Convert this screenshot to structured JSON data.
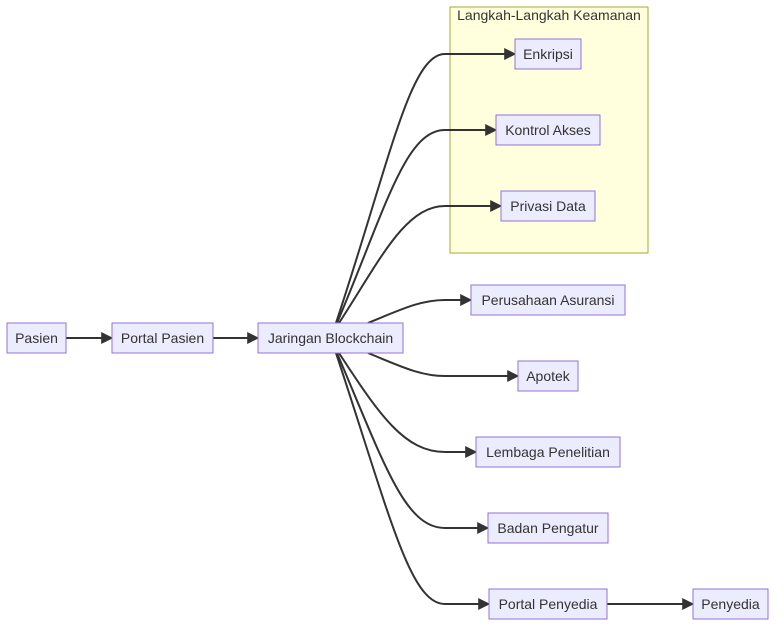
{
  "diagram": {
    "type": "flowchart",
    "direction": "left-to-right",
    "cluster": {
      "id": "security",
      "label": "Langkah-Langkah Keamanan",
      "members": [
        "enkripsi",
        "kontrol-akses",
        "privasi-data"
      ]
    },
    "nodes": [
      {
        "id": "pasien",
        "label": "Pasien"
      },
      {
        "id": "portal-pasien",
        "label": "Portal Pasien"
      },
      {
        "id": "jaringan-blockchain",
        "label": "Jaringan Blockchain"
      },
      {
        "id": "enkripsi",
        "label": "Enkripsi"
      },
      {
        "id": "kontrol-akses",
        "label": "Kontrol Akses"
      },
      {
        "id": "privasi-data",
        "label": "Privasi Data"
      },
      {
        "id": "perusahaan-asuransi",
        "label": "Perusahaan Asuransi"
      },
      {
        "id": "apotek",
        "label": "Apotek"
      },
      {
        "id": "lembaga-penelitian",
        "label": "Lembaga Penelitian"
      },
      {
        "id": "badan-pengatur",
        "label": "Badan Pengatur"
      },
      {
        "id": "portal-penyedia",
        "label": "Portal Penyedia"
      },
      {
        "id": "penyedia",
        "label": "Penyedia"
      }
    ],
    "edges": [
      {
        "from": "pasien",
        "to": "portal-pasien"
      },
      {
        "from": "portal-pasien",
        "to": "jaringan-blockchain"
      },
      {
        "from": "jaringan-blockchain",
        "to": "enkripsi"
      },
      {
        "from": "jaringan-blockchain",
        "to": "kontrol-akses"
      },
      {
        "from": "jaringan-blockchain",
        "to": "privasi-data"
      },
      {
        "from": "jaringan-blockchain",
        "to": "perusahaan-asuransi"
      },
      {
        "from": "jaringan-blockchain",
        "to": "apotek"
      },
      {
        "from": "jaringan-blockchain",
        "to": "lembaga-penelitian"
      },
      {
        "from": "jaringan-blockchain",
        "to": "badan-pengatur"
      },
      {
        "from": "jaringan-blockchain",
        "to": "portal-penyedia"
      },
      {
        "from": "portal-penyedia",
        "to": "penyedia"
      }
    ],
    "colors": {
      "node_fill": "#ECECFF",
      "node_stroke": "#9370DB",
      "cluster_fill": "#ffffde",
      "cluster_stroke": "#aaaa33",
      "edge": "#333333",
      "text": "#333333"
    }
  }
}
